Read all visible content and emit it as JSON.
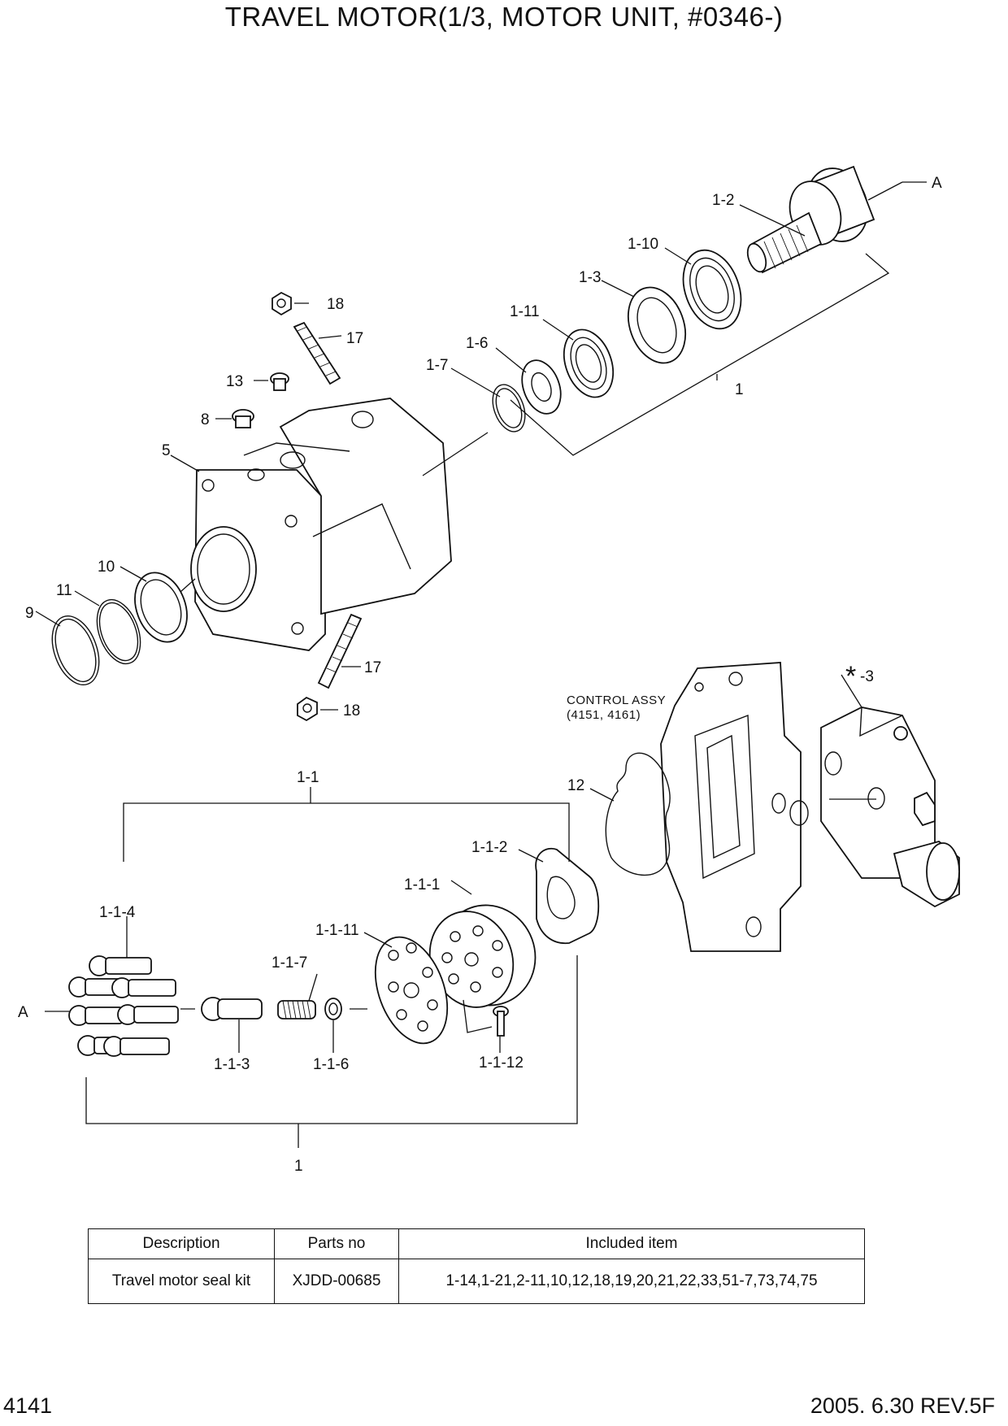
{
  "title": "TRAVEL MOTOR(1/3, MOTOR UNIT, #0346-)",
  "page_number": "4141",
  "revision": "2005. 6.30  REV.5F",
  "callouts": {
    "c_A_top": "A",
    "c_1_2": "1-2",
    "c_1_10": "1-10",
    "c_1_3": "1-3",
    "c_1_11": "1-11",
    "c_1_6": "1-6",
    "c_1_7": "1-7",
    "c_1_top": "1",
    "c_18_top": "18",
    "c_17_top": "17",
    "c_13": "13",
    "c_8": "8",
    "c_5": "5",
    "c_10": "10",
    "c_11": "11",
    "c_9": "9",
    "c_17_bot": "17",
    "c_18_bot": "18",
    "c_star3": "-3",
    "c_1_1": "1-1",
    "c_12": "12",
    "c_1_1_2": "1-1-2",
    "c_1_1_1": "1-1-1",
    "c_1_1_4": "1-1-4",
    "c_1_1_11": "1-1-11",
    "c_1_1_7": "1-1-7",
    "c_A_left": "A",
    "c_1_1_3": "1-1-3",
    "c_1_1_6": "1-1-6",
    "c_1_1_12": "1-1-12",
    "c_1_bot": "1"
  },
  "control_assy": {
    "line1": "CONTROL ASSY",
    "line2": "(4151, 4161)"
  },
  "seal_table": {
    "headers": [
      "Description",
      "Parts no",
      "Included item"
    ],
    "row": [
      "Travel motor seal kit",
      "XJDD-00685",
      "1-14,1-21,2-11,10,12,18,19,20,21,22,33,51-7,73,74,75"
    ]
  }
}
